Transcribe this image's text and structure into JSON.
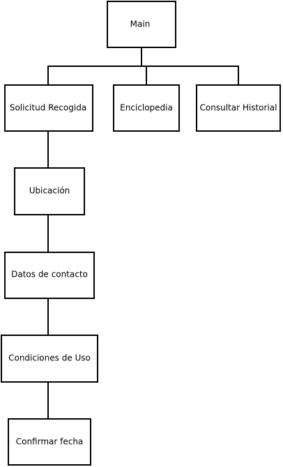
{
  "nodes": {
    "main": "Main",
    "solicitud_recogida": "Solicitud Recogida",
    "enciclopedia": "Enciclopedia",
    "consultar_historial": "Consultar Historial",
    "ubicacion": "Ubicación",
    "datos_contacto": "Datos de contacto",
    "condiciones_uso": "Condiciones de Uso",
    "confirmar_fecha": "Confirmar fecha"
  }
}
